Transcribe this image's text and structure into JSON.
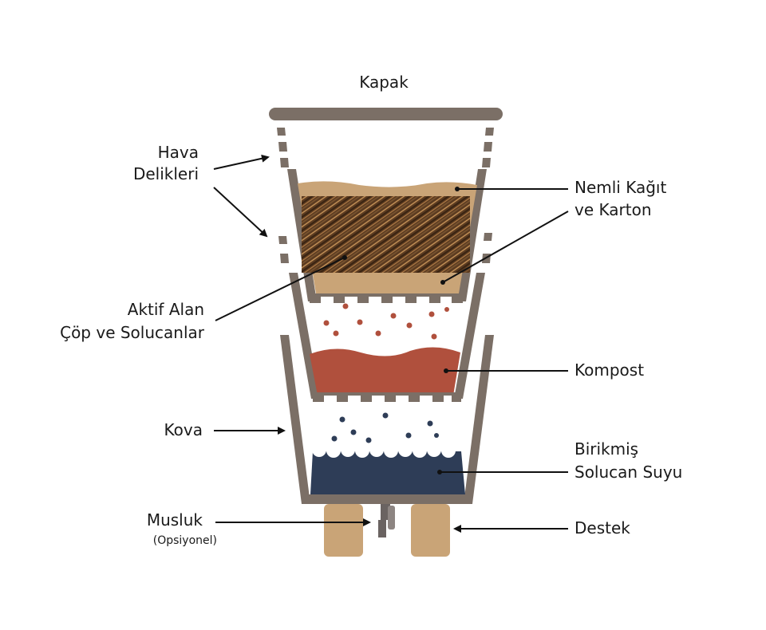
{
  "labels": {
    "lid": "Kapak",
    "air_holes": [
      "Hava",
      "Delikleri"
    ],
    "moist_paper": [
      "Nemli Kağıt",
      "ve Karton"
    ],
    "active_area": [
      "Aktif Alan",
      "Çöp ve Solucanlar"
    ],
    "compost": "Kompost",
    "bucket": "Kova",
    "leachate": [
      "Birikmiş",
      "Solucan Suyu"
    ],
    "tap": "Musluk",
    "tap_optional": "(Opsiyonel)",
    "support": "Destek"
  },
  "colors": {
    "wall": "#7b6f66",
    "cardboard": "#c9a477",
    "fibers": "#6b4a2b",
    "compost": "#b0503d",
    "leachate": "#2e3d57",
    "support": "#c9a477",
    "pellets": "#b0503d",
    "bubbles": "#2e3d57",
    "line": "#111111"
  }
}
